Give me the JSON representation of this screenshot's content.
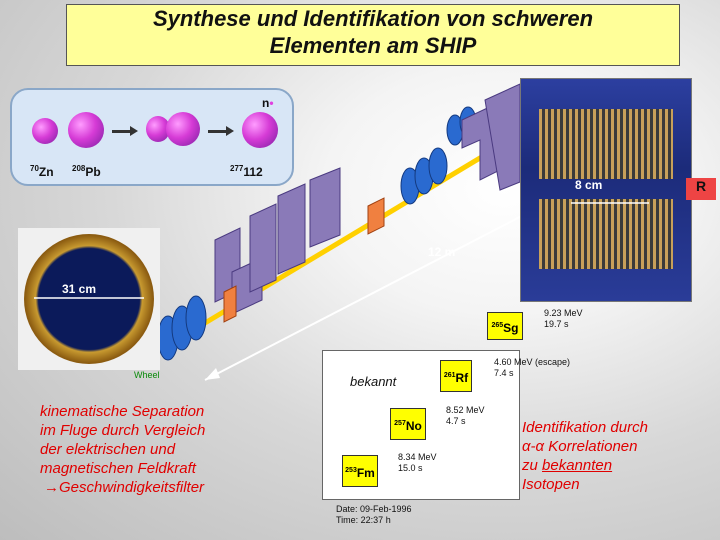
{
  "title": {
    "line1": "Synthese und Identifikation von schweren",
    "line2": "Elementen am SHIP"
  },
  "fusion": {
    "projectile": "70Zn",
    "target": "208Pb",
    "product": "277112",
    "neutron": "n"
  },
  "wheel": {
    "diameter_label": "31 cm",
    "caption": "Wheel"
  },
  "detector": {
    "width_label": "8 cm",
    "edge_label": "R"
  },
  "beamline": {
    "length_label": "12 m"
  },
  "decay_chain": {
    "bekannt_label": "bekannt",
    "nuclei": [
      {
        "mass": "265",
        "symbol": "Sg",
        "energy": "9.23 MeV",
        "time": "19.7 s"
      },
      {
        "mass": "261",
        "symbol": "Rf",
        "energy": "4.60 MeV (escape)",
        "time": "7.4 s"
      },
      {
        "mass": "257",
        "symbol": "No",
        "energy": "8.52 MeV",
        "time": "4.7 s"
      },
      {
        "mass": "253",
        "symbol": "Fm",
        "energy": "8.34 MeV",
        "time": "15.0 s"
      }
    ],
    "date": "Date:  09-Feb-1996",
    "time": "Time: 22:37 h"
  },
  "left_text": [
    "kinematische Separation",
    "im Fluge durch Vergleich",
    "der elektrischen und",
    "magnetischen Feldkraft",
    "→Geschwindigkeitsfilter"
  ],
  "right_text": {
    "line1": "Identifikation durch",
    "line2": "α-α Korrelationen",
    "line3_prefix": "zu ",
    "line3_underlined": "bekannten",
    "line4": "Isotopen"
  },
  "colors": {
    "title_bg": "#ffff99",
    "accent_text": "#e00000",
    "magnet": "#8a7ab8",
    "coil": "#2a6ad0",
    "beam": "#ffd000",
    "box_bg": "#ffff00"
  }
}
